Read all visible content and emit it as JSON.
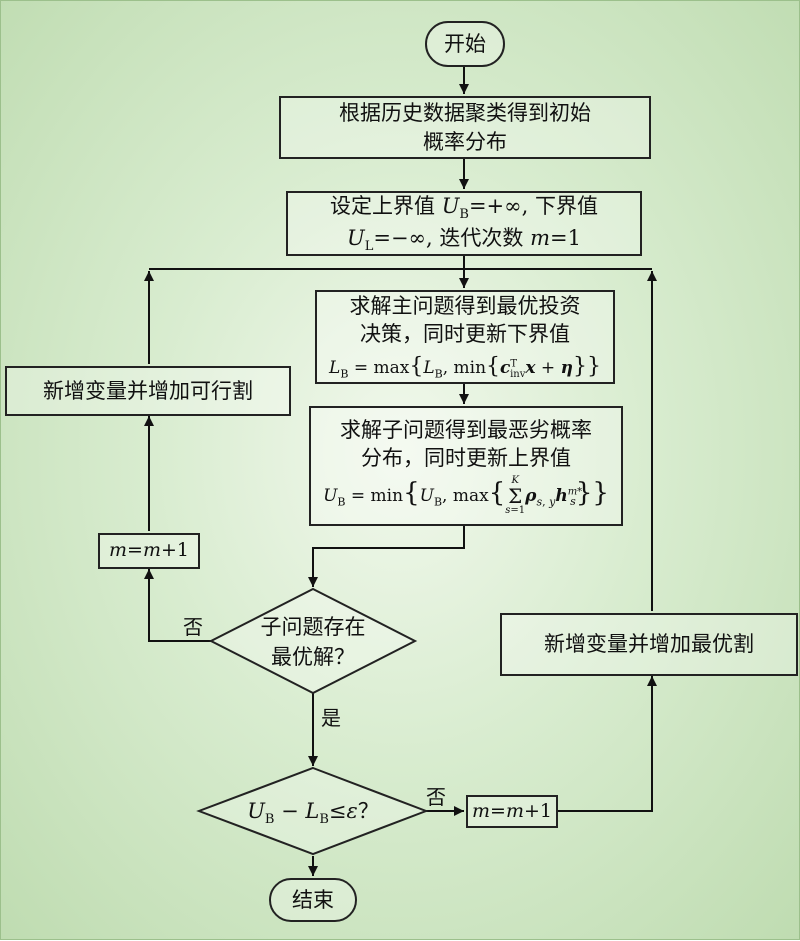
{
  "nodes": {
    "start": "开始",
    "init_dist": [
      "根据历史数据聚类得到初始",
      "概率分布"
    ],
    "set_bounds": [
      "设定上界值 U_B=+∞, 下界值",
      "U_L=−∞, 迭代次数 m=1"
    ],
    "master": {
      "lines": [
        "求解主问题得到最优投资",
        "决策，同时更新下界值"
      ],
      "formula": "L_B = max{L_B, min{c_inv^T x + η}}"
    },
    "sub": {
      "lines": [
        "求解子问题得到最恶劣概率",
        "分布，同时更新上界值"
      ],
      "formula": "U_B = min{U_B, max{Σ_{s=1}^{K} ρ_{s,y} h_s^{m*}}}"
    },
    "feas_cut": "新增变量并增加可行割",
    "m_inc_left": "m=m+1",
    "decision_sub": [
      "子问题存在",
      "最优解？"
    ],
    "opt_cut": "新增变量并增加最优割",
    "decision_conv": "U_B − L_B ≤ ε？",
    "m_inc_bottom": "m=m+1",
    "end": "结束"
  },
  "edge_labels": {
    "no_left": "否",
    "yes": "是",
    "no_bottom": "否"
  }
}
